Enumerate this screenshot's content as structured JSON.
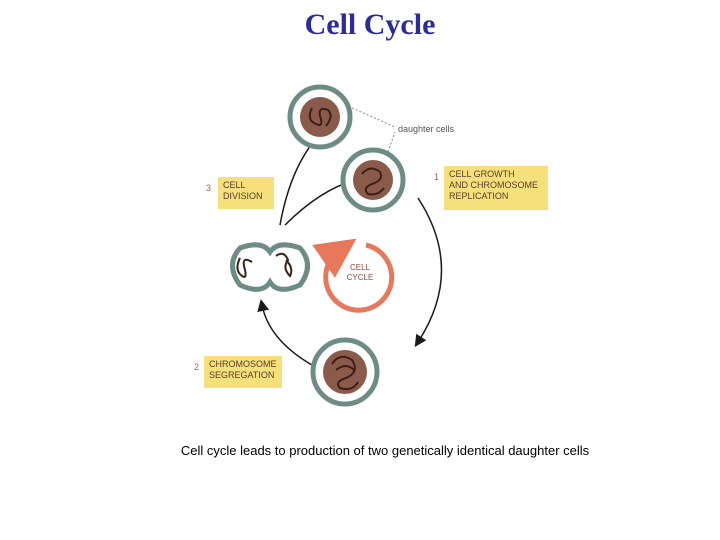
{
  "title": "Cell Cycle",
  "caption": "Cell cycle leads to production of two genetically identical daughter cells",
  "diagram": {
    "center_label_line1": "CELL",
    "center_label_line2": "CYCLE",
    "daughter_label": "daughter cells",
    "stages": [
      {
        "number": "1",
        "line1": "CELL GROWTH",
        "line2": "AND CHROMOSOME",
        "line3": "REPLICATION"
      },
      {
        "number": "2",
        "line1": "CHROMOSOME",
        "line2": "SEGREGATION"
      },
      {
        "number": "3",
        "line1": "CELL",
        "line2": "DIVISION"
      }
    ]
  },
  "colors": {
    "title": "#2b2b9e",
    "cell_membrane": "#6e8c86",
    "nucleus": "#8a5a4a",
    "chromosome": "#3a2018",
    "label_box": "#f7e07c",
    "center_arrow": "#e8785c"
  }
}
